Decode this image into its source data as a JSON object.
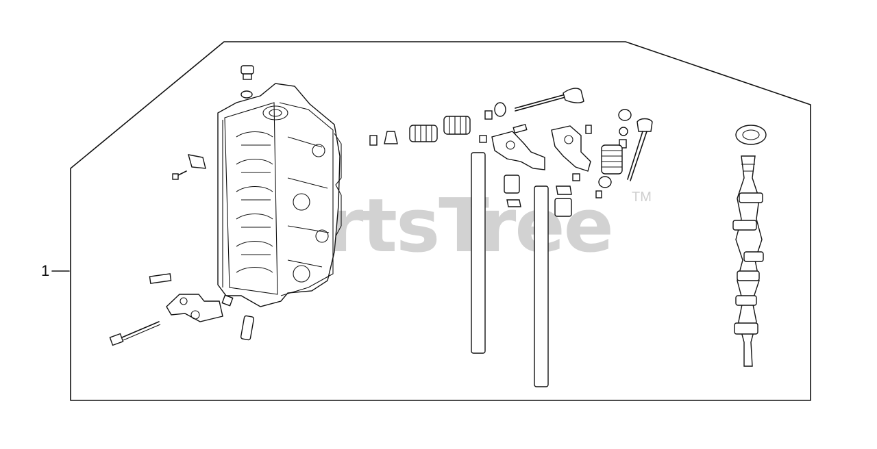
{
  "diagram": {
    "callout_label": "1",
    "watermark": {
      "text": "PartsTree",
      "trademark": "TM",
      "color": "#d2d2d2"
    },
    "line_color": "#111111",
    "background": "#ffffff"
  }
}
